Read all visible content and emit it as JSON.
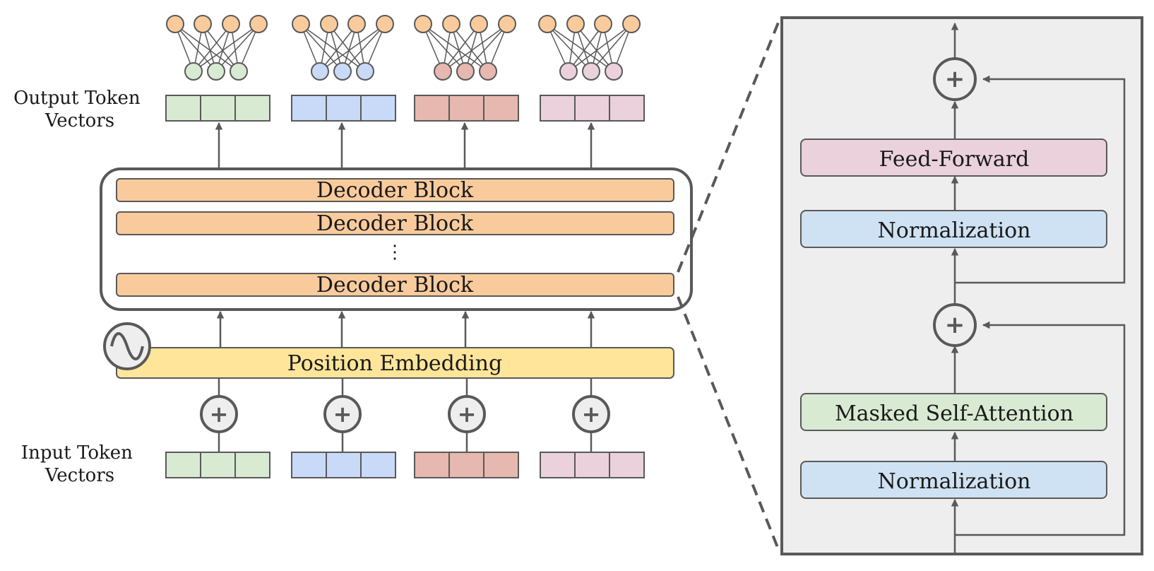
{
  "labels": {
    "output_tokens": [
      "Output Token",
      "Vectors"
    ],
    "input_tokens": [
      "Input Token",
      "Vectors"
    ],
    "decoder_block": "Decoder Block",
    "ellipsis": "⋮",
    "position_embedding": "Position Embedding",
    "plus": "+"
  },
  "decoder_detail": {
    "feed_forward": "Feed-Forward",
    "norm_top": "Normalization",
    "masked_attention": "Masked Self-Attention",
    "norm_bottom": "Normalization"
  },
  "colors": {
    "token_green": "#d9ead3",
    "token_blue": "#c9daf8",
    "token_red": "#e6b8af",
    "token_pink": "#ead1dc",
    "decoder_block": "#f9cb9c",
    "position_embedding": "#ffe599",
    "feed_forward": "#ead1dc",
    "normalization": "#cfe2f3",
    "masked_attention": "#d9ead3",
    "panel_bg": "#eeeeee",
    "stroke": "#595959",
    "neuron_output": "#f9cb9c"
  },
  "icons": {
    "positional_encoding": "sine-wave-icon",
    "residual_add": "plus-circle-icon"
  }
}
